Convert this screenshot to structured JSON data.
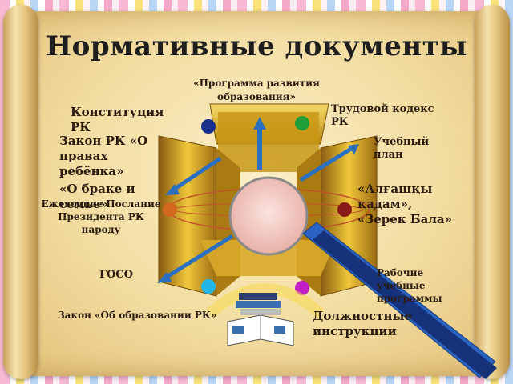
{
  "title": "Нормативные документы",
  "labels": {
    "program": "«Программа развития образования»",
    "constitution": "Конституция РК",
    "labor_code": "Трудовой кодекс РК",
    "child_rights": "Закон  РК «О правах ребёнка»",
    "curriculum": "Учебный план",
    "marriage": "«О браке и семье»",
    "alghashky": "«Алғашқы қадам», «Зерек  Бала»",
    "message": "Ежегодное Послание Президента РК народу",
    "working_programs": "Рабочие учебные программы",
    "goso": "ГОСО",
    "education_law": "Закон «Об образовании РК»",
    "job_instructions": "Должностные инструкции"
  },
  "colors": {
    "gold": "#d4a017",
    "arrow_blue": "#2a6fc0",
    "dot_navy": "#1a2f8a",
    "dot_green": "#1f9e3a",
    "dot_orange": "#d2691e",
    "dot_maroon": "#8b1a1a",
    "dot_cyan": "#22b5e8",
    "dot_magenta": "#c21fc2"
  }
}
